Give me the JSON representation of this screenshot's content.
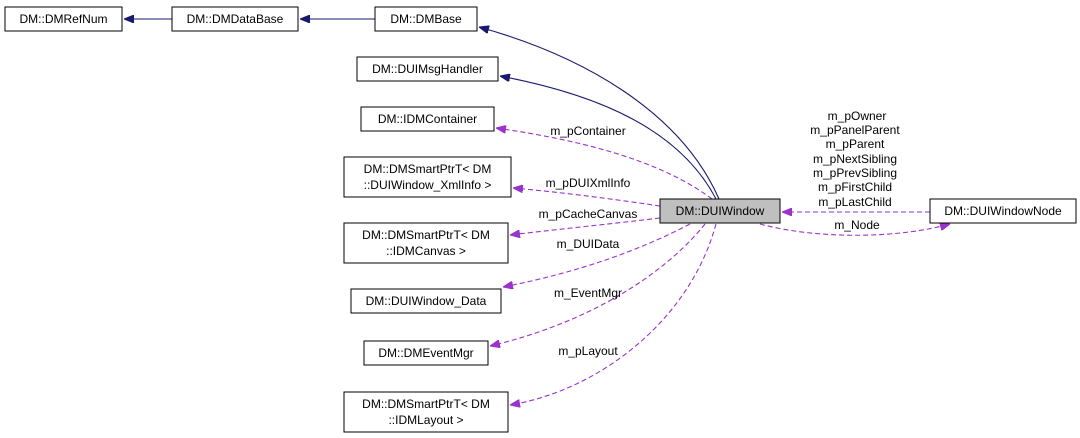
{
  "nodes": {
    "refnum": "DM::DMRefNum",
    "database": "DM::DMDataBase",
    "base": "DM::DMBase",
    "msghandler": "DM::DUIMsgHandler",
    "container": "DM::IDMContainer",
    "xmlinfo": [
      "DM::DMSmartPtrT< DM",
      "::DUIWindow_XmlInfo >"
    ],
    "canvas": [
      "DM::DMSmartPtrT< DM",
      "::IDMCanvas >"
    ],
    "windata": "DM::DUIWindow_Data",
    "eventmgr": "DM::DMEventMgr",
    "layout": [
      "DM::DMSmartPtrT< DM",
      "::IDMLayout >"
    ],
    "window": "DM::DUIWindow",
    "winnode": "DM::DUIWindowNode"
  },
  "edge_labels": {
    "container": "m_pContainer",
    "xmlinfo": "m_pDUIXmlInfo",
    "canvas": "m_pCacheCanvas",
    "windata": "m_DUIData",
    "eventmgr": "m_EventMgr",
    "layout": "m_pLayout",
    "node_to_window": [
      "m_pOwner",
      "m_pPanelParent",
      "m_pParent",
      "m_pNextSibling",
      "m_pPrevSibling",
      "m_pFirstChild",
      "m_pLastChild"
    ],
    "window_to_node": "m_Node"
  },
  "colors": {
    "inheritance": "#191970",
    "usage": "#9a32cd",
    "focus_fill": "#bfbfbf"
  }
}
